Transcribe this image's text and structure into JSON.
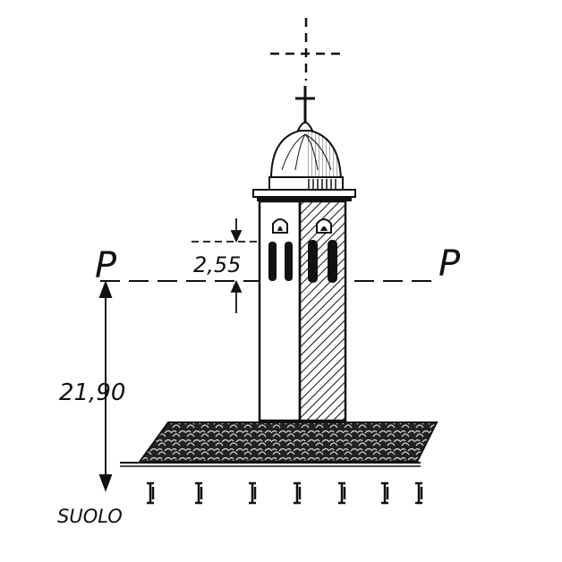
{
  "labels": {
    "left_plane": "P",
    "right_plane": "P",
    "height_above_plane": "2,55",
    "height_to_plane": "21,90",
    "ground": "SUOLO"
  },
  "colors": {
    "ink": "#111111",
    "paper": "#ffffff"
  }
}
